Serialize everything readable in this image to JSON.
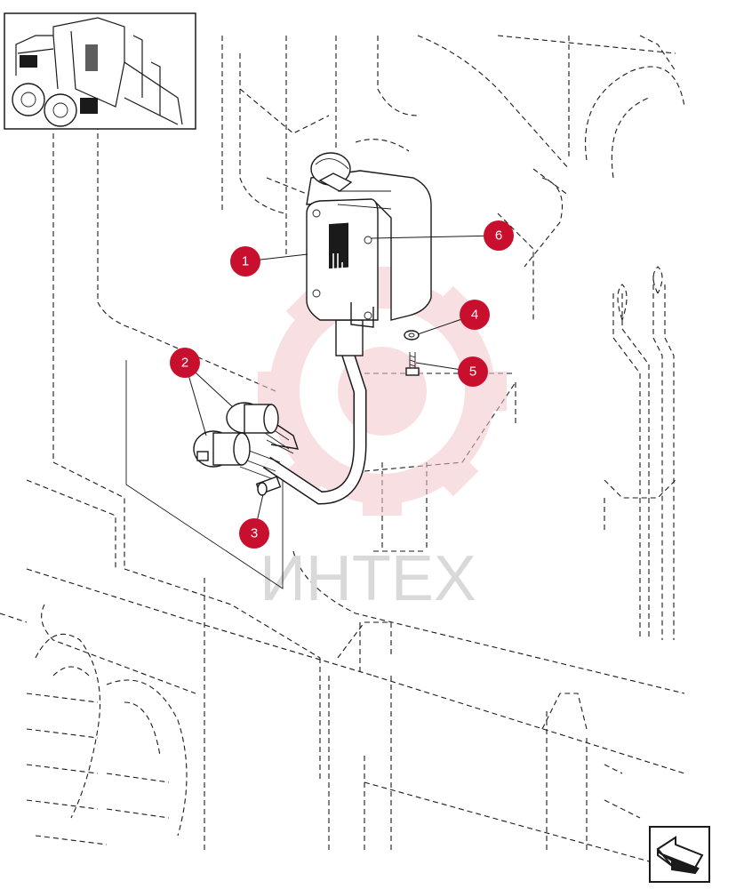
{
  "watermark": {
    "text": "ИНТЕХ",
    "color": "#f4c6cc"
  },
  "callout_color": "#c8102e",
  "callouts": [
    {
      "number": "1"
    },
    {
      "number": "2"
    },
    {
      "number": "3"
    },
    {
      "number": "4"
    },
    {
      "number": "5"
    },
    {
      "number": "6"
    }
  ],
  "nav_icon": "arrow-left-icon"
}
